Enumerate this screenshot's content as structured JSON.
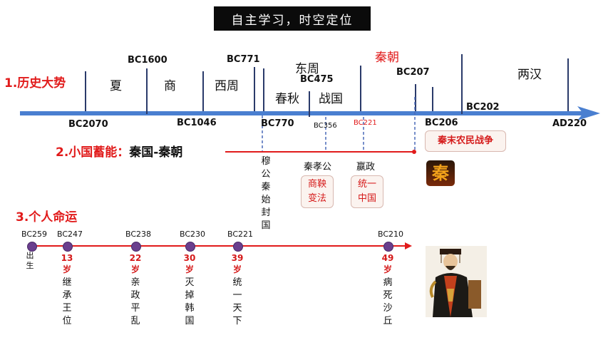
{
  "title": "自主学习，时空定位",
  "section1": {
    "label": "1.历史大势"
  },
  "section2": {
    "label": "2.小国蓄能：",
    "label_black": "秦国-秦朝"
  },
  "section3": {
    "label": "3.个人命运"
  },
  "timeline1": {
    "top_years": [
      {
        "id": "bc1600",
        "text": "BC1600"
      },
      {
        "id": "bc771",
        "text": "BC771"
      },
      {
        "id": "bc475",
        "text": "BC475"
      },
      {
        "id": "bc207",
        "text": "BC207"
      },
      {
        "id": "bc202",
        "text": "BC202"
      }
    ],
    "bottom_years": [
      {
        "id": "bc2070",
        "text": "BC2070"
      },
      {
        "id": "bc1046",
        "text": "BC1046"
      },
      {
        "id": "bc770",
        "text": "BC770"
      },
      {
        "id": "bc356",
        "text": "BC356"
      },
      {
        "id": "bc221",
        "text": "BC221"
      },
      {
        "id": "bc206",
        "text": "BC206"
      },
      {
        "id": "ad220",
        "text": "AD220"
      }
    ],
    "eras": {
      "xia": "夏",
      "shang": "商",
      "xizhou": "西周",
      "dongzhou": "东周",
      "chunqiu": "春秋",
      "zhanguo": "战国",
      "qin": "秦朝",
      "lianghan": "两汉"
    }
  },
  "timeline2": {
    "mugong": "穆公秦始封国",
    "xiaogong": "秦孝公",
    "shangyang_box": [
      "商鞅",
      "变法"
    ],
    "yingzheng": "嬴政",
    "tongyi_box": [
      "统一",
      "中国"
    ],
    "war_box": "秦末农民战争",
    "seal_glyph": "秦"
  },
  "timeline3": {
    "points": [
      {
        "year": "BC259",
        "age": "",
        "event": "出生"
      },
      {
        "year": "BC247",
        "age": "13岁",
        "event": "继承王位"
      },
      {
        "year": "BC238",
        "age": "22岁",
        "event": "亲政平乱"
      },
      {
        "year": "BC230",
        "age": "30岁",
        "event": "灭掉韩国"
      },
      {
        "year": "BC221",
        "age": "39岁",
        "event": "统一天下"
      },
      {
        "year": "BC210",
        "age": "49岁",
        "event": "病死沙丘"
      }
    ]
  },
  "colors": {
    "axis": "#4a7fd0",
    "red": "#e11b1b",
    "dot": "#6a3f8e"
  }
}
